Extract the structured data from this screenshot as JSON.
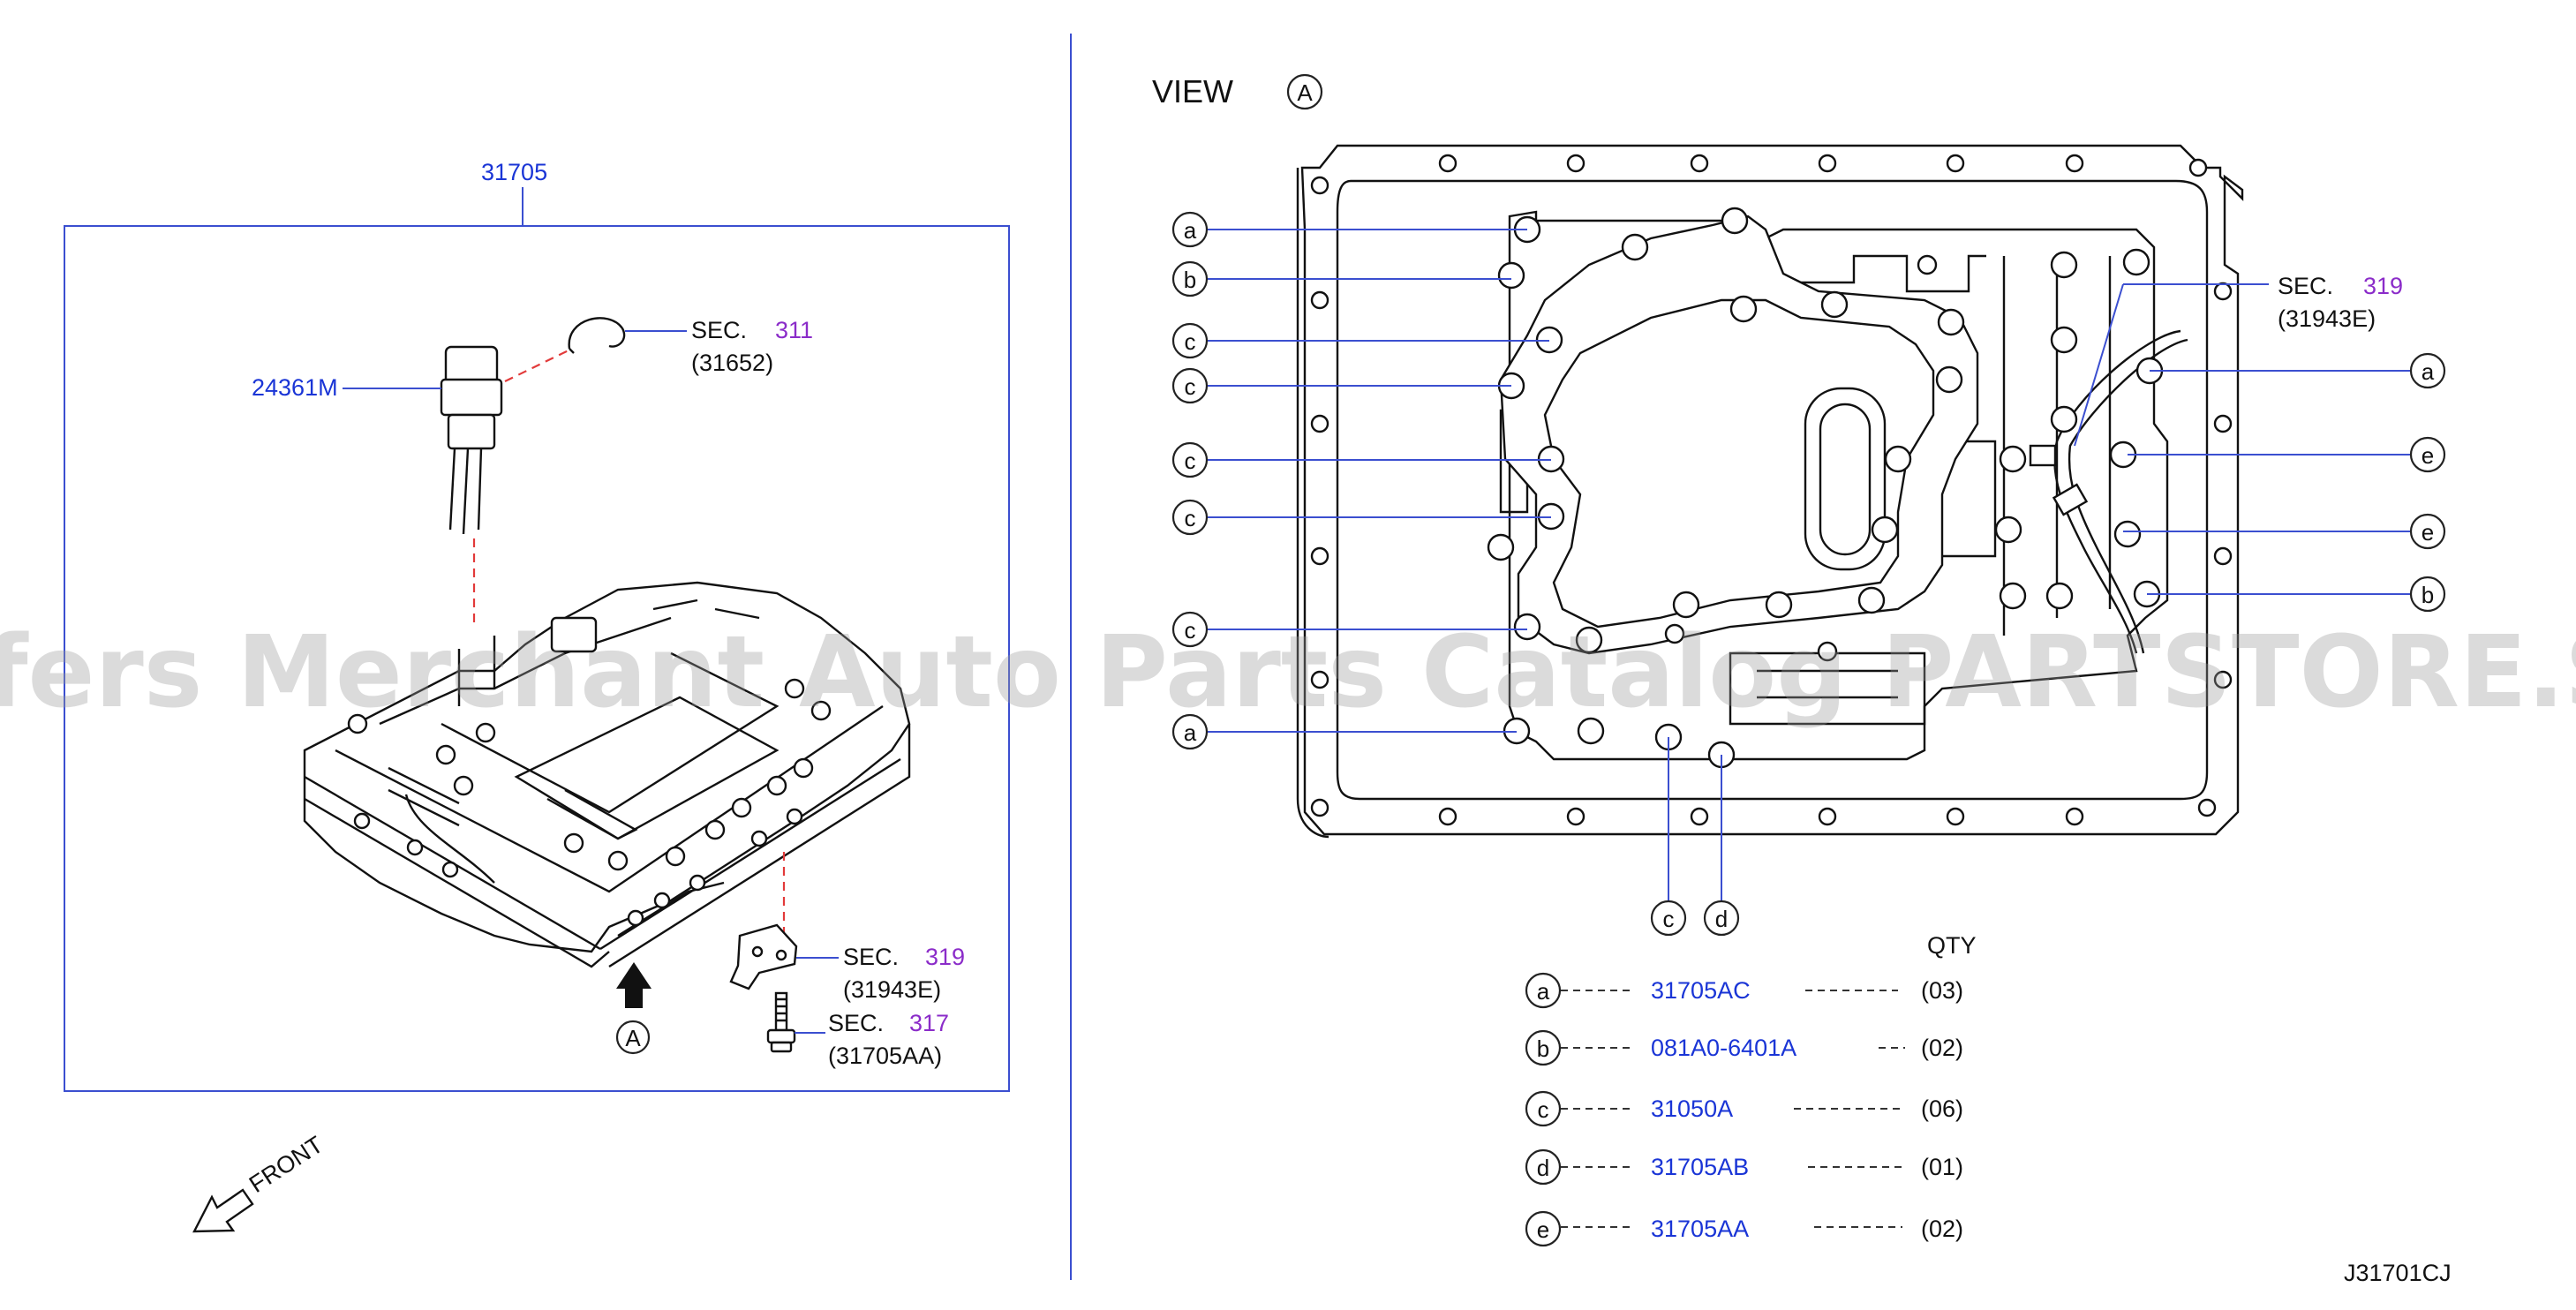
{
  "left": {
    "main_part": "31705",
    "solenoid_part": "24361M",
    "sec_top": {
      "label": "SEC.",
      "num": "311",
      "sub": "(31652)"
    },
    "sec_mid": {
      "label": "SEC.",
      "num": "319",
      "sub": "(31943E)"
    },
    "sec_bot": {
      "label": "SEC.",
      "num": "317",
      "sub": "(31705AA)"
    },
    "view_marker": "A",
    "front_label": "FRONT"
  },
  "view": {
    "title": "VIEW",
    "marker": "A",
    "sec": {
      "label": "SEC.",
      "num": "319",
      "sub": "(31943E)"
    },
    "left_callouts": [
      "a",
      "b",
      "c",
      "c",
      "c",
      "c",
      "c",
      "a"
    ],
    "right_callouts": [
      "a",
      "e",
      "e",
      "b"
    ],
    "bottom_callouts": [
      "c",
      "d"
    ]
  },
  "qty": {
    "header": "QTY",
    "rows": [
      {
        "key": "a",
        "part": "31705AC",
        "qty": "(03)"
      },
      {
        "key": "b",
        "part": "081A0-6401A",
        "qty": "(02)"
      },
      {
        "key": "c",
        "part": "31050A",
        "qty": "(06)"
      },
      {
        "key": "d",
        "part": "31705AB",
        "qty": "(01)"
      },
      {
        "key": "e",
        "part": "31705AA",
        "qty": "(02)"
      }
    ]
  },
  "diagram_code": "J31701CJ",
  "watermark": "Offers Merchant Auto Parts Catalog PARTSTORE.SA",
  "colors": {
    "part": "#1a35d6",
    "section": "#8b2cc9",
    "leader": "#3b4fd0",
    "dash": "#e23a3a"
  }
}
